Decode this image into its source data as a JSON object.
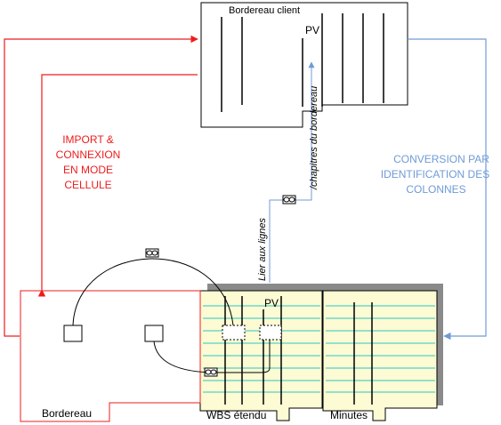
{
  "labels": {
    "bordereau_client": "Bordereau client",
    "pv_top": "PV",
    "chapitres": "/chapitres du bordereau",
    "lier_lignes": "Lier aux lignes",
    "import_lines": [
      "IMPORT &",
      "CONNEXION",
      "EN MODE",
      "CELLULE"
    ],
    "conversion_lines": [
      "CONVERSION PAR",
      "IDENTIFICATION DES",
      "COLONNES"
    ],
    "pv_bottom": "PV",
    "bordereau": "Bordereau",
    "wbs": "WBS étendu",
    "minutes": "Minutes"
  },
  "colors": {
    "red": "#ee1c1c",
    "blue": "#6f9bd6",
    "yellow": "#fdfbd3",
    "teal": "#2cc6c6",
    "shadow": "#8a8a8a",
    "black": "#000000"
  },
  "icons": [
    "link-icon",
    "link-icon",
    "link-icon"
  ]
}
